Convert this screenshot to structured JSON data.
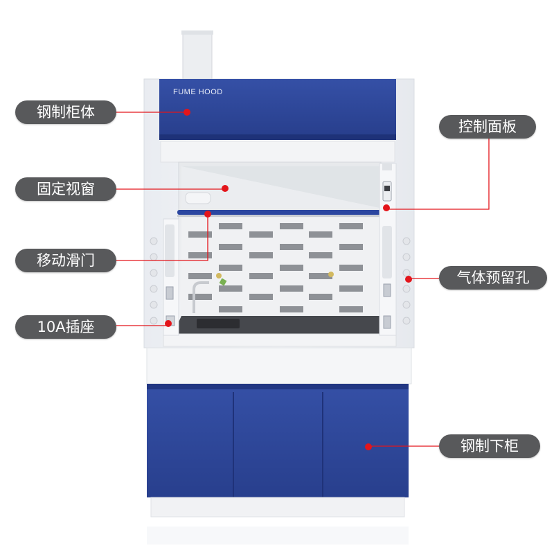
{
  "product": {
    "brand_text": "FUME HOOD"
  },
  "callouts": [
    {
      "id": "steel-cabinet-body",
      "label": "钢制柜体"
    },
    {
      "id": "fixed-window",
      "label": "固定视窗"
    },
    {
      "id": "sliding-sash",
      "label": "移动滑门"
    },
    {
      "id": "socket-10a",
      "label": "10A插座"
    },
    {
      "id": "control-panel",
      "label": "控制面板"
    },
    {
      "id": "gas-reserved-holes",
      "label": "气体预留孔"
    },
    {
      "id": "steel-base-cabinet",
      "label": "钢制下柜"
    }
  ],
  "colors": {
    "cabinet_blue": "#2d479a",
    "cabinet_white": "#eef1f5",
    "callout_bg": "#58595b",
    "dot_red": "#e3151b",
    "tile_gray": "#8e9196"
  }
}
